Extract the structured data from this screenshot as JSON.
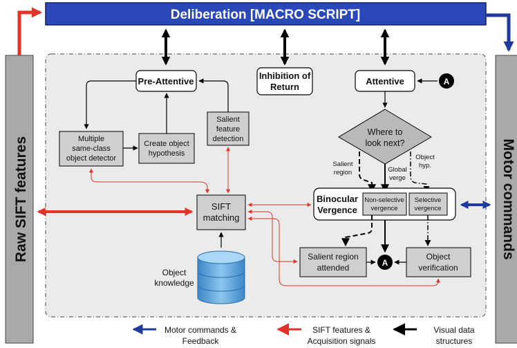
{
  "title": "Deliberation [MACRO SCRIPT]",
  "side_labels": {
    "left": "Raw SIFT features",
    "right": "Motor commands"
  },
  "nodes": {
    "pre_attentive": "Pre-Attentive",
    "inhibition": [
      "Inhibition of",
      "Return"
    ],
    "attentive": "Attentive",
    "multiple_detector": [
      "Multiple",
      "same-class",
      "object detector"
    ],
    "create_hypothesis": [
      "Create object",
      "hypothesis"
    ],
    "salient_detection": [
      "Salient",
      "feature",
      "detection"
    ],
    "where_to_look": [
      "Where to",
      "look next?"
    ],
    "binocular": [
      "Binocular",
      "Vergence"
    ],
    "non_selective": [
      "Non-selective",
      "vergence"
    ],
    "selective": [
      "Selective",
      "vergence"
    ],
    "sift_matching": [
      "SIFT",
      "matching"
    ],
    "object_knowledge": [
      "Object",
      "knowledge"
    ],
    "salient_region": [
      "Salient region",
      "attended"
    ],
    "object_verification": [
      "Object",
      "verification"
    ],
    "connector_label": "A"
  },
  "edge_labels": {
    "salient_region": [
      "Salient",
      "region"
    ],
    "global_verge": [
      "Global",
      "verge"
    ],
    "object_hyp": [
      "Object",
      "hyp."
    ]
  },
  "legend": {
    "blue": [
      "Motor commands &",
      "Feedback"
    ],
    "red": [
      "SIFT features &",
      "Acquisition signals"
    ],
    "black": [
      "Visual data",
      "structures"
    ]
  },
  "colors": {
    "blue": "#1f3a9e",
    "red": "#e03428",
    "black": "#000000",
    "gray_box": "#cfcfcf",
    "side_gray": "#a9a9a9",
    "panel": "#ebebeb",
    "diamond": "#b9b9b9",
    "db_blue": "#5aa7de"
  }
}
